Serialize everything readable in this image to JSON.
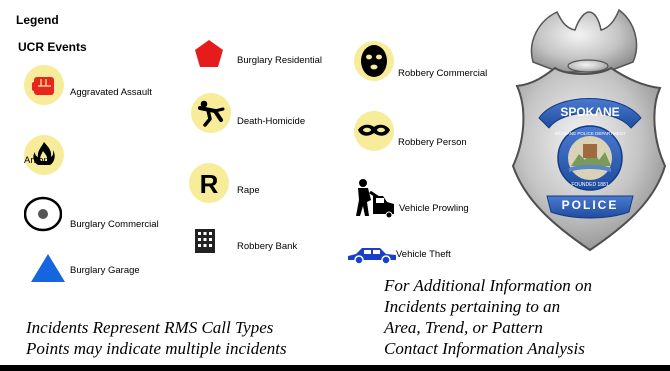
{
  "legend": {
    "title": "Legend",
    "section": "UCR Events",
    "items": [
      {
        "label": "Aggravated Assault",
        "icon": "fist-icon",
        "color": "#e8251e"
      },
      {
        "label": "Arson",
        "icon": "flame-icon"
      },
      {
        "label": "Burglary Commercial",
        "icon": "target-circle-icon"
      },
      {
        "label": "Burglary Garage",
        "icon": "blue-triangle-icon",
        "color": "#1565e0"
      },
      {
        "label": "Burglary Residential",
        "icon": "red-pentagon-icon",
        "color": "#e61c1c"
      },
      {
        "label": "Death-Homicide",
        "icon": "falling-person-icon"
      },
      {
        "label": "Rape",
        "icon": "letter-r-icon"
      },
      {
        "label": "Robbery Bank",
        "icon": "bank-building-icon"
      },
      {
        "label": "Robbery Commercial",
        "icon": "ski-mask-icon"
      },
      {
        "label": "Robbery Person",
        "icon": "eye-mask-icon"
      },
      {
        "label": "Vehicle Prowling",
        "icon": "prowler-icon"
      },
      {
        "label": "Vehicle Theft",
        "icon": "blue-car-icon",
        "color": "#1a3fc8"
      }
    ],
    "symbol_bg": "#f7ec9a"
  },
  "badge": {
    "top_text": "SPOKANE",
    "ring_text": "SPOKANE POLICE DEPARTMENT",
    "founded_text": "FOUNDED 1881",
    "bottom_text": "POLICE"
  },
  "notes": {
    "left": [
      "Incidents Represent RMS Call Types",
      "Points may indicate multiple incidents"
    ],
    "right": [
      "For Additional Information on",
      "Incidents pertaining to an",
      "Area, Trend, or Pattern",
      "Contact Information Analysis"
    ]
  }
}
